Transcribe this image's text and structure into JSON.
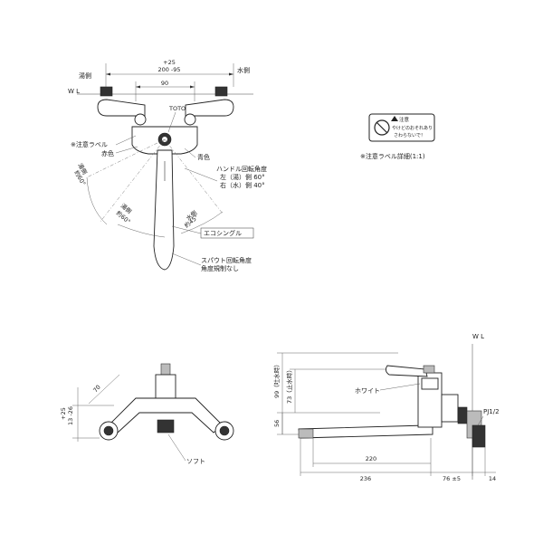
{
  "top_view": {
    "hot_side": "湯側",
    "cold_side": "水側",
    "wl": "W L",
    "dim_tol": "+25",
    "dim_range": "200 -95",
    "dim_90": "90",
    "toto": "TOTO",
    "caution_label": "※注意ラベル",
    "red": "赤色",
    "blue": "青色",
    "hot_arc": "湯側",
    "hot_angle": "約60°",
    "cold_arc": "水側",
    "cold_angle": "約45°",
    "handle_title": "ハンドル回転角度",
    "handle_left": "左（湯）側 60°",
    "handle_right": "右（水）側 40°",
    "eco": "エコシングル",
    "spout_title": "スパウト回転角度",
    "spout_none": "角度規制なし"
  },
  "label_detail": {
    "warn": "注意",
    "line1": "やけどのおそれあり",
    "line2": "さわらないで！",
    "caption": "※注意ラベル詳細(1:1)"
  },
  "bottom_view": {
    "dim_70": "70",
    "dim_25": "+25",
    "dim_13": "13 -26",
    "soft": "ソフト"
  },
  "side_view": {
    "wl": "W L",
    "dim_99": "99（吐水時）",
    "dim_73": "73（止水時）",
    "dim_56": "56",
    "white": "ホワイト",
    "pj": "PJ1/2",
    "dim_220": "220",
    "dim_236": "236",
    "dim_76": "76 ±5",
    "dim_14": "14"
  }
}
